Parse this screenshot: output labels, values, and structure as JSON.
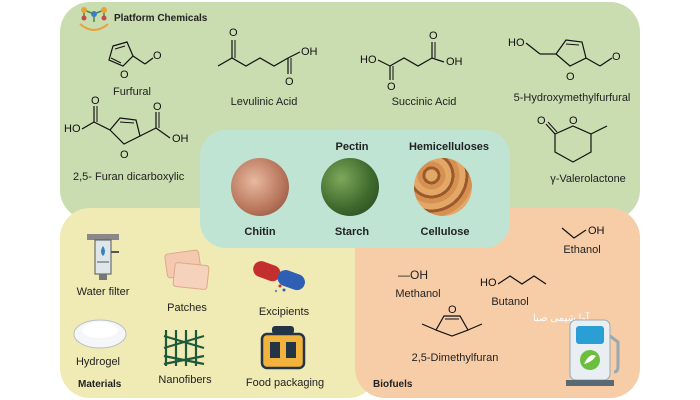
{
  "sections": {
    "platform": "Platform Chemicals",
    "materials": "Materials",
    "biofuels": "Biofuels"
  },
  "chemicals": {
    "furfural": "Furfural",
    "levulinic": "Levulinic Acid",
    "succinic": "Succinic Acid",
    "hmf": "5-Hydroxymethylfurfural",
    "fdca": "2,5- Furan dicarboxylic",
    "gvl": "γ-Valerolactone"
  },
  "atoms": {
    "o": "O",
    "ho": "HO",
    "oh": "OH"
  },
  "polymers": {
    "chitin": "Chitin",
    "pectin": "Pectin",
    "starch": "Starch",
    "hemicelluloses": "Hemicelluloses",
    "cellulose": "Cellulose"
  },
  "materials": {
    "water_filter": "Water filter",
    "patches": "Patches",
    "excipients": "Excipients",
    "hydrogel": "Hydrogel",
    "nanofibers": "Nanofibers",
    "food_packaging": "Food packaging"
  },
  "biofuels": {
    "ethanol": "Ethanol",
    "methanol": "Methanol",
    "methanol_formula": "—OH",
    "butanol": "Butanol",
    "dmf": "2,5-Dimethylfuran"
  },
  "watermark": "آوا شیمی صبا",
  "colors": {
    "platform_bg": "#c9ddb0",
    "materials_bg": "#f0eab4",
    "biofuels_bg": "#f7cda8",
    "polymer_bg": "#bfe4d4"
  },
  "icons": [
    "molecule-network-icon",
    "water-filter-icon",
    "patches-icon",
    "capsule-icon",
    "hydrogel-icon",
    "nanofibers-icon",
    "food-packaging-icon",
    "fuel-pump-icon"
  ]
}
